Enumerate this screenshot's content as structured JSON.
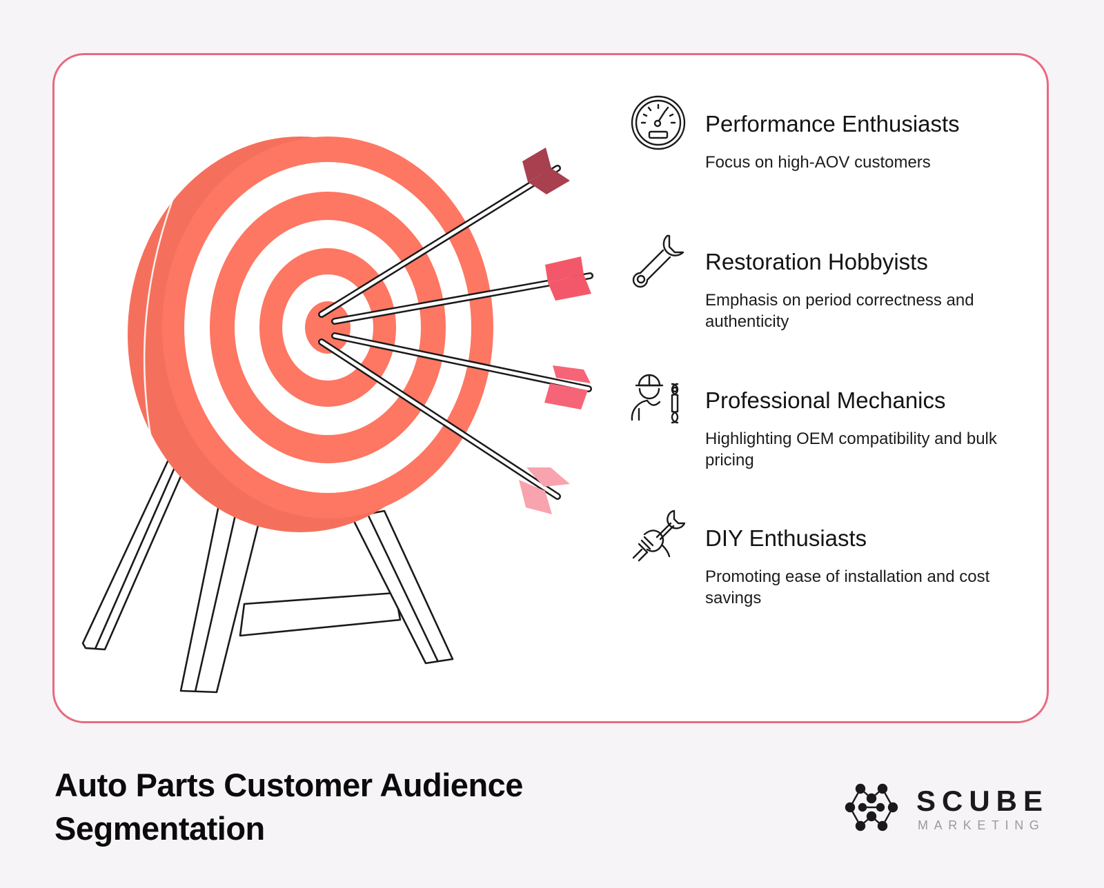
{
  "title": "Auto Parts Customer Audience Segmentation",
  "segments": [
    {
      "title": "Performance Enthusiasts",
      "description": "Focus on high-AOV customers",
      "icon": "speedometer-icon"
    },
    {
      "title": "Restoration Hobbyists",
      "description": "Emphasis on period correctness and authenticity",
      "icon": "wrench-icon"
    },
    {
      "title": "Professional Mechanics",
      "description": "Highlighting OEM compatibility and bulk pricing",
      "icon": "mechanic-icon"
    },
    {
      "title": "DIY Enthusiasts",
      "description": "Promoting ease of installation and cost savings",
      "icon": "hand-wrench-icon"
    }
  ],
  "brand": {
    "name": "SCUBE",
    "tagline": "MARKETING"
  },
  "colors": {
    "card_border": "#e8697f",
    "target_ring": "#fd7763",
    "target_side": "#f5705c",
    "fletching": [
      "#a9404f",
      "#f3586a",
      "#f56577",
      "#f8a3ad"
    ],
    "background": "#f6f4f7"
  }
}
